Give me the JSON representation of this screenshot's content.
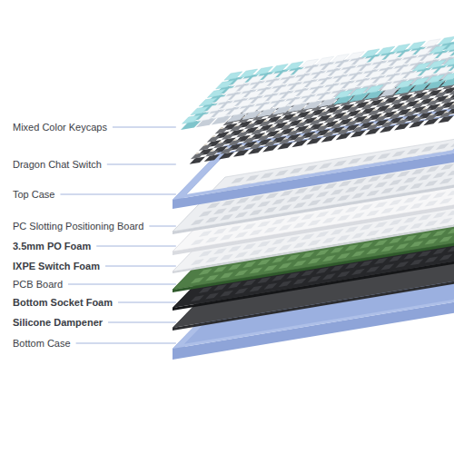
{
  "diagram": {
    "labels": [
      "Mixed Color Keycaps",
      "Dragon Chat Switch",
      "Top Case",
      "PC Slotting Positioning Board",
      "3.5mm PO Foam",
      "IXPE Switch Foam",
      "PCB Board",
      "Bottom Socket Foam",
      "Silicone Dampener",
      "Bottom Case"
    ]
  }
}
